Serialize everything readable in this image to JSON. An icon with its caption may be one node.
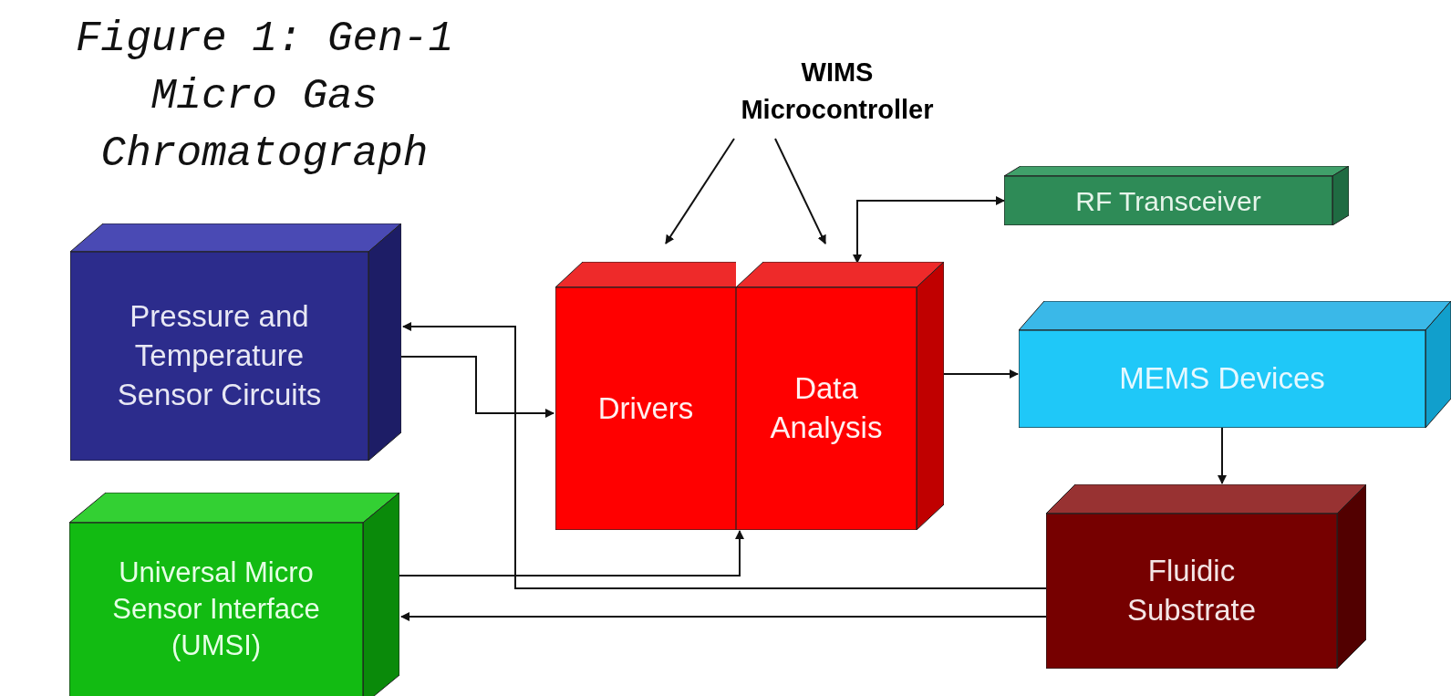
{
  "diagram": {
    "title": "Figure 1: Gen-1 Micro Gas Chromatograph",
    "nodes": [
      {
        "text": [
          "WIMS Microcontroller"
        ]
      },
      {
        "text": [
          "Pressure and Temperature Sensor Circuits"
        ]
      },
      {
        "text": [
          "Drivers"
        ]
      },
      {
        "text": [
          "Data Analysis"
        ]
      },
      {
        "text": [
          "RF Transceiver"
        ]
      },
      {
        "text": [
          "MEMS Devices"
        ]
      },
      {
        "text": [
          "Universal Micro Sensor Interface (UMSI)"
        ]
      },
      {
        "text": [
          "Fluidic Substrate"
        ]
      }
    ],
    "edges": [
      {
        "from": 0,
        "to": 2,
        "arrow": "to"
      },
      {
        "from": 0,
        "to": 3,
        "arrow": "to"
      },
      {
        "from": 4,
        "to": 3,
        "arrow": "both"
      },
      {
        "from": 7,
        "to": 1,
        "arrow": "to"
      },
      {
        "from": 1,
        "to": 2,
        "arrow": "both"
      },
      {
        "from": 6,
        "to": 3,
        "arrow": "to"
      },
      {
        "from": 7,
        "to": 6,
        "arrow": "to"
      },
      {
        "from": 3,
        "to": 5,
        "arrow": "to"
      },
      {
        "from": 5,
        "to": 7,
        "arrow": "to"
      }
    ]
  }
}
